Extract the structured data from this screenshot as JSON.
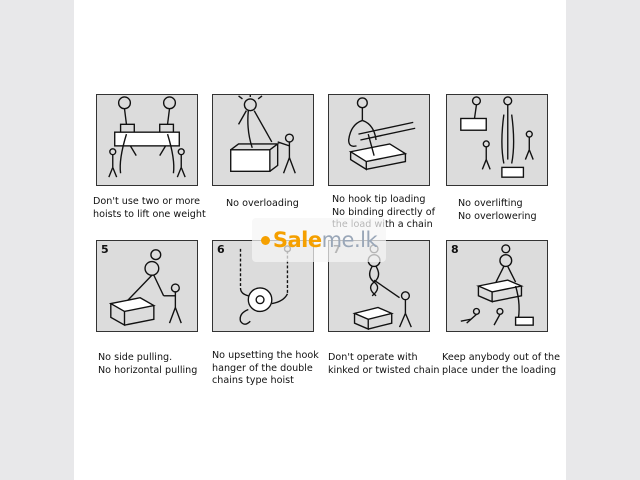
{
  "panels": [
    {
      "num": "",
      "caption": [
        "Don't use two or more",
        "hoists to lift one weight"
      ],
      "icon": "twin-hoist-icon"
    },
    {
      "num": "",
      "caption": [
        "No overloading"
      ],
      "icon": "overload-icon"
    },
    {
      "num": "",
      "caption": [
        "No hook tip loading",
        "No binding directly of",
        "the load with a chain"
      ],
      "icon": "hook-tip-icon"
    },
    {
      "num": "",
      "caption": [
        "No overlifting",
        "No overlowering"
      ],
      "icon": "overlift-icon"
    },
    {
      "num": "5",
      "caption": [
        "No side pulling.",
        "No horizontal pulling"
      ],
      "icon": "side-pull-icon"
    },
    {
      "num": "6",
      "caption": [
        "No upsetting the hook",
        "hanger of the double",
        "chains type hoist"
      ],
      "icon": "double-chain-icon"
    },
    {
      "num": "7",
      "caption": [
        "Don't operate with",
        "kinked or twisted chain"
      ],
      "icon": "twisted-chain-icon"
    },
    {
      "num": "8",
      "caption": [
        "Keep anybody out of the",
        "place under the loading"
      ],
      "icon": "under-load-icon"
    }
  ],
  "watermark": {
    "brand": "Sale",
    "rest": "me.lk"
  },
  "colors": {
    "panel_bg": "#dcdcdc",
    "ink": "#111111",
    "watermark_brand": "#f5a000",
    "watermark_rest": "#9aa7b8"
  }
}
